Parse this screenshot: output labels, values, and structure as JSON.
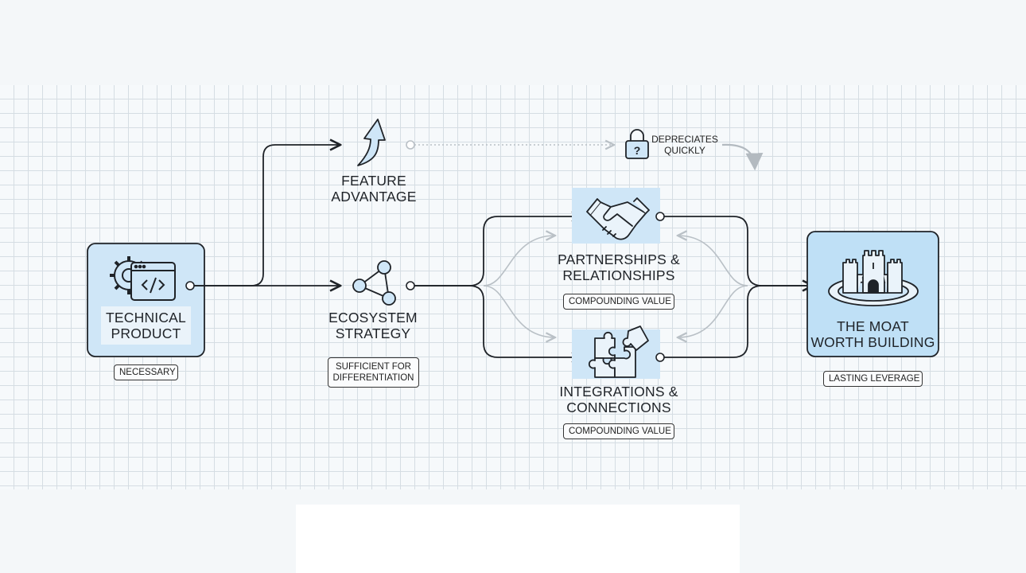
{
  "nodes": {
    "technical_product": {
      "label_line1": "TECHNICAL",
      "label_line2": "PRODUCT",
      "tag": "NECESSARY"
    },
    "feature_advantage": {
      "label_line1": "FEATURE",
      "label_line2": "ADVANTAGE"
    },
    "depreciates": {
      "line1": "DEPRECIATES",
      "line2": "QUICKLY",
      "icon": "question-lock-icon"
    },
    "ecosystem_strategy": {
      "label_line1": "ECOSYSTEM",
      "label_line2": "STRATEGY",
      "tag_line1": "SUFFICIENT FOR",
      "tag_line2": "DIFFERENTIATION"
    },
    "partnerships": {
      "label_line1": "PARTNERSHIPS &",
      "label_line2": "RELATIONSHIPS",
      "tag": "COMPOUNDING VALUE",
      "icon": "handshake-icon"
    },
    "integrations": {
      "label_line1": "INTEGRATIONS &",
      "label_line2": "CONNECTIONS",
      "tag": "COMPOUNDING VALUE",
      "icon": "puzzle-icon"
    },
    "moat": {
      "label_line1": "THE MOAT",
      "label_line2": "WORTH BUILDING",
      "tag": "LASTING LEVERAGE",
      "icon": "castle-icon"
    }
  },
  "colors": {
    "accent_fill": "#cfe6f7",
    "accent_fill_strong": "#bfe0f6",
    "line": "#1f2328",
    "muted_line": "#b9c0c6"
  }
}
